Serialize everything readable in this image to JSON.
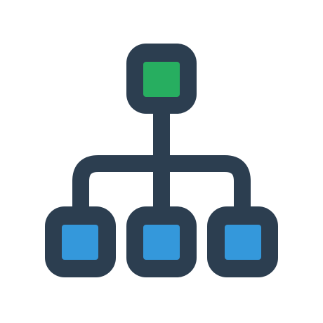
{
  "icon": {
    "name": "hierarchy-icon",
    "nodes": [
      {
        "id": "root",
        "role": "parent",
        "color": "#27AE60"
      },
      {
        "id": "child-left",
        "role": "child",
        "color": "#3498DB"
      },
      {
        "id": "child-center",
        "role": "child",
        "color": "#3498DB"
      },
      {
        "id": "child-right",
        "role": "child",
        "color": "#3498DB"
      }
    ],
    "outline_color": "#2C3E50",
    "background_color": "#FFFFFF"
  }
}
